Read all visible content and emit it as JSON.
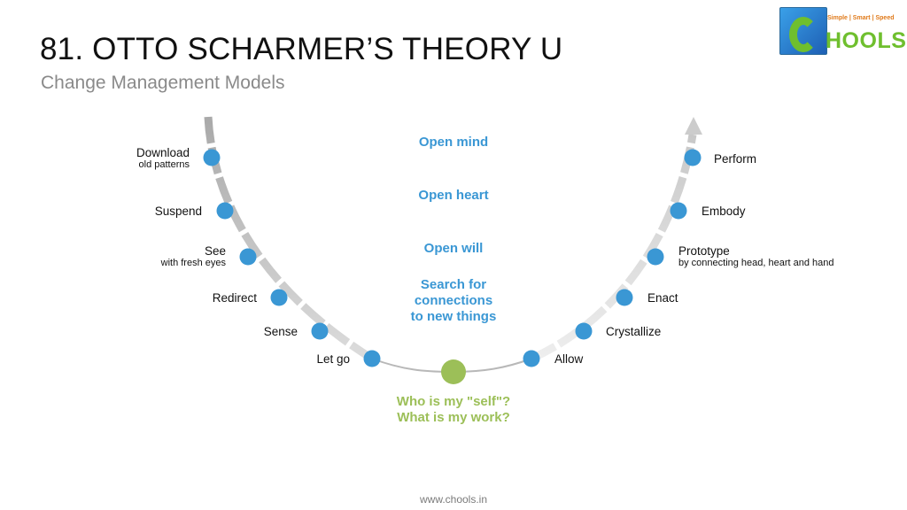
{
  "header": {
    "title": "81. OTTO SCHARMER’S THEORY U",
    "subtitle": "Change Management Models"
  },
  "logo": {
    "tagline": "Simple | Smart | Speed",
    "word": "HOOLS"
  },
  "left_steps": [
    {
      "label": "Download",
      "sub": "old patterns"
    },
    {
      "label": "Suspend",
      "sub": ""
    },
    {
      "label": "See",
      "sub": "with fresh eyes"
    },
    {
      "label": "Redirect",
      "sub": ""
    },
    {
      "label": "Sense",
      "sub": ""
    },
    {
      "label": "Let go",
      "sub": ""
    }
  ],
  "right_steps": [
    {
      "label": "Perform",
      "sub": ""
    },
    {
      "label": "Embody",
      "sub": ""
    },
    {
      "label": "Prototype",
      "sub": "by connecting head, heart and hand"
    },
    {
      "label": "Enact",
      "sub": ""
    },
    {
      "label": "Crystallize",
      "sub": ""
    },
    {
      "label": "Allow",
      "sub": ""
    }
  ],
  "center": {
    "open_mind": "Open mind",
    "open_heart": "Open heart",
    "open_will": "Open will",
    "search": [
      "Search for",
      "connections",
      "to new things"
    ],
    "self": [
      "Who is my \"self\"?",
      "What is my work?"
    ]
  },
  "colors": {
    "node": "#3a97d4",
    "self_node": "#9cbf58",
    "curve": "#c8c8c8",
    "center_text": "#3a97d4",
    "self_text": "#9cbf58"
  },
  "footer": "www.chools.in"
}
